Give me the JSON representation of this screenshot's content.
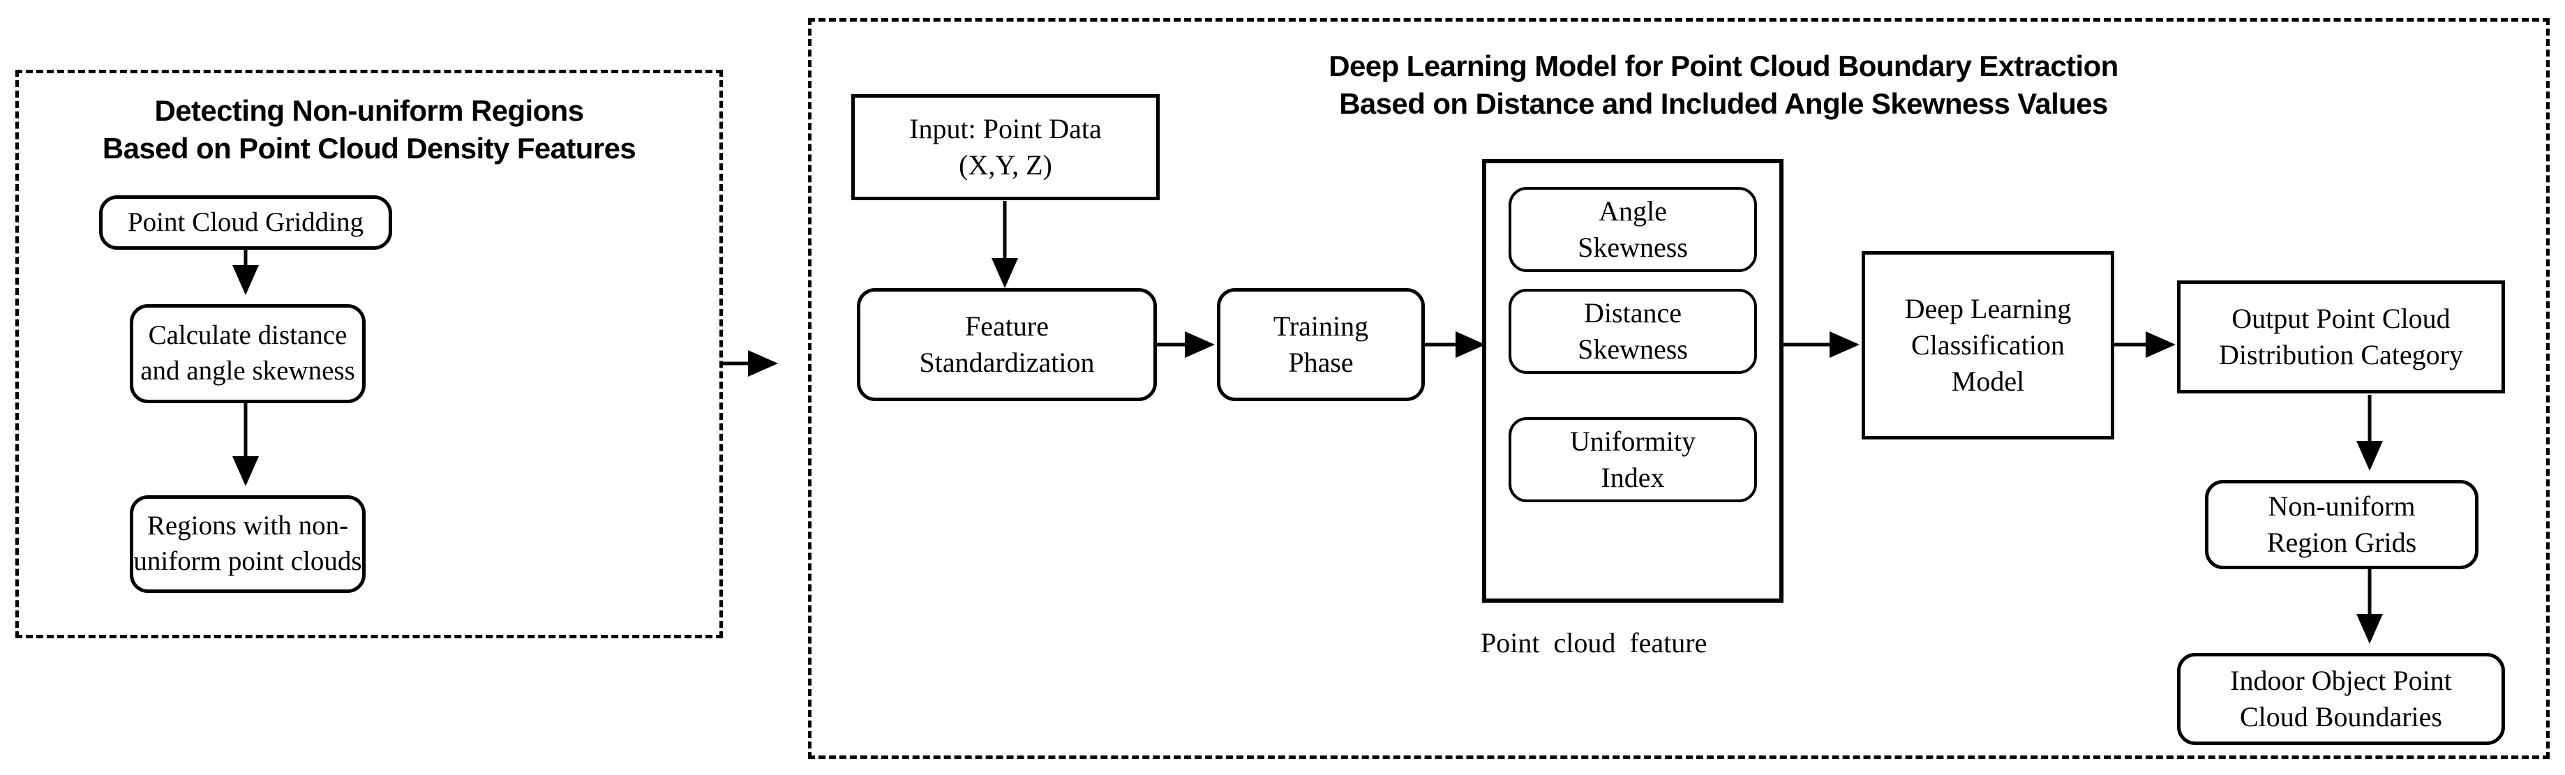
{
  "figure": {
    "type": "flowchart",
    "background": "#ffffff",
    "stroke_color": "#000000",
    "text_color": "#000000"
  },
  "left_panel": {
    "title": "Detecting Non-uniform Regions\nBased on Point Cloud Density Features",
    "nodes": [
      {
        "id": "point-cloud-gridding",
        "label": "Point Cloud  Gridding",
        "shape": "rounded"
      },
      {
        "id": "calculate-distance-angle-skewness",
        "label": "Calculate distance\nand angle skewness",
        "shape": "rounded"
      },
      {
        "id": "regions-non-uniform-point-clouds",
        "label": "Regions  with  non-\nuniform  point clouds",
        "shape": "rounded"
      }
    ]
  },
  "right_panel": {
    "title": "Deep Learning Model for Point Cloud Boundary Extraction\nBased on Distance and Included Angle Skewness Values",
    "nodes": [
      {
        "id": "input-point-data",
        "label": "Input:  Point Data\n(X,Y, Z)",
        "shape": "sharp"
      },
      {
        "id": "feature-standardization",
        "label": "Feature\nStandardization",
        "shape": "rounded"
      },
      {
        "id": "training-phase",
        "label": "Training\nPhase",
        "shape": "rounded"
      },
      {
        "id": "angle-skewness",
        "label": "Angle\nSkewness",
        "shape": "rounded"
      },
      {
        "id": "distance-skewness",
        "label": "Distance\nSkewness",
        "shape": "rounded"
      },
      {
        "id": "uniformity-index",
        "label": "Uniformity\nIndex",
        "shape": "rounded"
      },
      {
        "id": "deep-learning-classification-model",
        "label": "Deep Learning\nClassification\nModel",
        "shape": "sharp"
      },
      {
        "id": "output-point-cloud-distribution-category",
        "label": "Output Point Cloud\nDistribution  Category",
        "shape": "sharp"
      },
      {
        "id": "non-uniform-region-grids",
        "label": "Non-uniform\nRegion  Grids",
        "shape": "rounded"
      },
      {
        "id": "indoor-object-point-cloud-boundaries",
        "label": "Indoor Object Point\nCloud Boundaries",
        "shape": "rounded"
      }
    ],
    "captions": [
      {
        "id": "point-cloud-feature",
        "label": "Point  cloud  feature"
      }
    ]
  },
  "connections": [
    {
      "from": "point-cloud-gridding",
      "to": "calculate-distance-angle-skewness",
      "direction": "down"
    },
    {
      "from": "calculate-distance-angle-skewness",
      "to": "regions-non-uniform-point-clouds",
      "direction": "down"
    },
    {
      "from": "left_panel",
      "to": "right_panel",
      "direction": "right"
    },
    {
      "from": "input-point-data",
      "to": "feature-standardization",
      "direction": "down"
    },
    {
      "from": "feature-standardization",
      "to": "training-phase",
      "direction": "right"
    },
    {
      "from": "training-phase",
      "to": "point-cloud-feature-group",
      "direction": "right"
    },
    {
      "from": "point-cloud-feature-group",
      "to": "deep-learning-classification-model",
      "direction": "right"
    },
    {
      "from": "deep-learning-classification-model",
      "to": "output-point-cloud-distribution-category",
      "direction": "right"
    },
    {
      "from": "output-point-cloud-distribution-category",
      "to": "non-uniform-region-grids",
      "direction": "down"
    },
    {
      "from": "non-uniform-region-grids",
      "to": "indoor-object-point-cloud-boundaries",
      "direction": "down"
    }
  ]
}
